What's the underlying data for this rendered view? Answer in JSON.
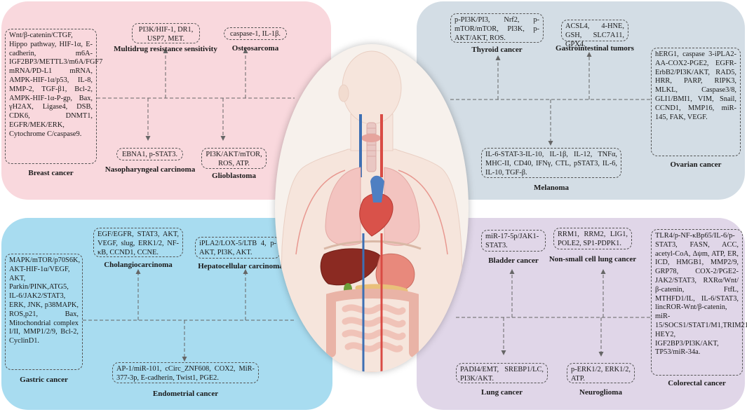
{
  "cancers": {
    "breast": {
      "name": "Breast cancer",
      "targets": "Wnt/β-catenin/CTGF, Hippo pathway, HIF-1α, E-cadherin, m6A-IGF2BP3/METTL3/m6A/FGF7 mRNA/PD-L1 mRNA, AMPK-HIF-1α/p53, IL-8, MMP-2, TGF-β1, Bcl-2, AMPK-HIF-1α-P-gp, Bax, γH2AX, Ligase4, DSB, CDK6, DNMT1, EGFR/MEK/ERK, Cytochrome C/caspase9."
    },
    "mdr": {
      "name": "Multidrug resistance sensitivity",
      "targets": "PI3K/HIF-1, DR1, USP7, MET."
    },
    "osteosarcoma": {
      "name": "Osteosarcoma",
      "targets": "caspase-1, IL-1β."
    },
    "npc": {
      "name": "Nasopharyngeal carcinoma",
      "targets": "EBNA1, p-STAT3."
    },
    "glioblastoma": {
      "name": "Glioblastoma",
      "targets": "PI3K/AKT/mTOR, ROS, ATP."
    },
    "thyroid": {
      "name": "Thyroid cancer",
      "targets": "p-PI3K/PI3, Nrf2, p-mTOR/mTOR, PI3K, p-AKT/AKT, ROS."
    },
    "gi": {
      "name": "Gastrointestinal tumors",
      "targets": "ACSL4, 4-HNE, GSH, SLC7A11, GPX4."
    },
    "ovarian": {
      "name": "Ovarian cancer",
      "targets": "hERG1, caspase 3-iPLA2-AA-COX2-PGE2, EGFR-ErbB2/PI3K/AKT, RAD5, HRR, PARP, RIPK3, MLKL, Caspase3/8, GLI1/BMI1, VIM, Snail, CCND1, MMP16, miR-145, FAK, VEGF."
    },
    "melanoma": {
      "name": "Melanoma",
      "targets": "IL-6-STAT-3-IL-10, IL-1β, IL-12, TNFα, MHC-II, CD40, IFNγ, CTL, pSTAT3, IL-6, IL-10, TGF-β."
    },
    "gastric": {
      "name": "Gastric cancer",
      "targets": "MAPK/mTOR/p70S6K, AKT-HIF-1α/VEGF, AKT, Parkin/PINK,ATG5, IL-6/JAK2/STAT3, ERK, JNK, p38MAPK, ROS,p21, Bax, Mitochondrial complex I/II, MMP1/2/9, Bcl-2, CyclinD1."
    },
    "cholangio": {
      "name": "Cholangiocarcinoma",
      "targets": "EGF/EGFR, STAT3, AKT, VEGF, slug, ERK1/2, NF-κB, CCND1, CCNE."
    },
    "hcc": {
      "name": "Hepatocellular carcinoma",
      "targets": "iPLA2/LOX-5/LTB 4, p-AKT, PI3K, AKT."
    },
    "endometrial": {
      "name": "Endometrial cancer",
      "targets": "AP-1/miR-101, cCirc_ZNF608, COX2, MiR-377-3p, E-cadherin, Twist1, PGE2."
    },
    "bladder": {
      "name": "Bladder cancer",
      "targets": "miR-17-5p/JAK1-STAT3."
    },
    "nsclc": {
      "name": "Non-small cell lung cancer",
      "targets": "RRM1, RRM2, LIG1, POLE2, SP1-PDPK1."
    },
    "colorectal": {
      "name": "Colorectal cancer",
      "targets": "TLR4/p-NF-κBp65/IL-6/p-STAT3, FASN, ACC, acetyl-CoA, Δψm, ATP, ER, ICD, HMGB1, MMP2/9, GRP78, COX-2/PGE2-JAK2/STAT3, RXRα/Wnt/β-catenin, FtfL, MTHFD1/IL, IL-6/STAT3, lincROR-Wnt/β-catenin, miR-15/SOCS1/STAT1/M1,TRIM21, HEY2, IGF2BP3/PI3K/AKT, TP53/miR-34a."
    },
    "lung": {
      "name": "Lung cancer",
      "targets": "PADI4/EMT, SREBP1/LC, PI3K/AKT."
    },
    "neuroglioma": {
      "name": "Neuroglioma",
      "targets": "p-ERK1/2, ERK1/2, ATP."
    }
  },
  "colors": {
    "panel_top_left": "#f9d8dd",
    "panel_top_right": "#d3dde5",
    "panel_bottom_left": "#a8dcf0",
    "panel_bottom_right": "#e0d6e8",
    "dashed_line": "#666666"
  },
  "figure": {
    "icon": "human-anatomy-illustration"
  }
}
